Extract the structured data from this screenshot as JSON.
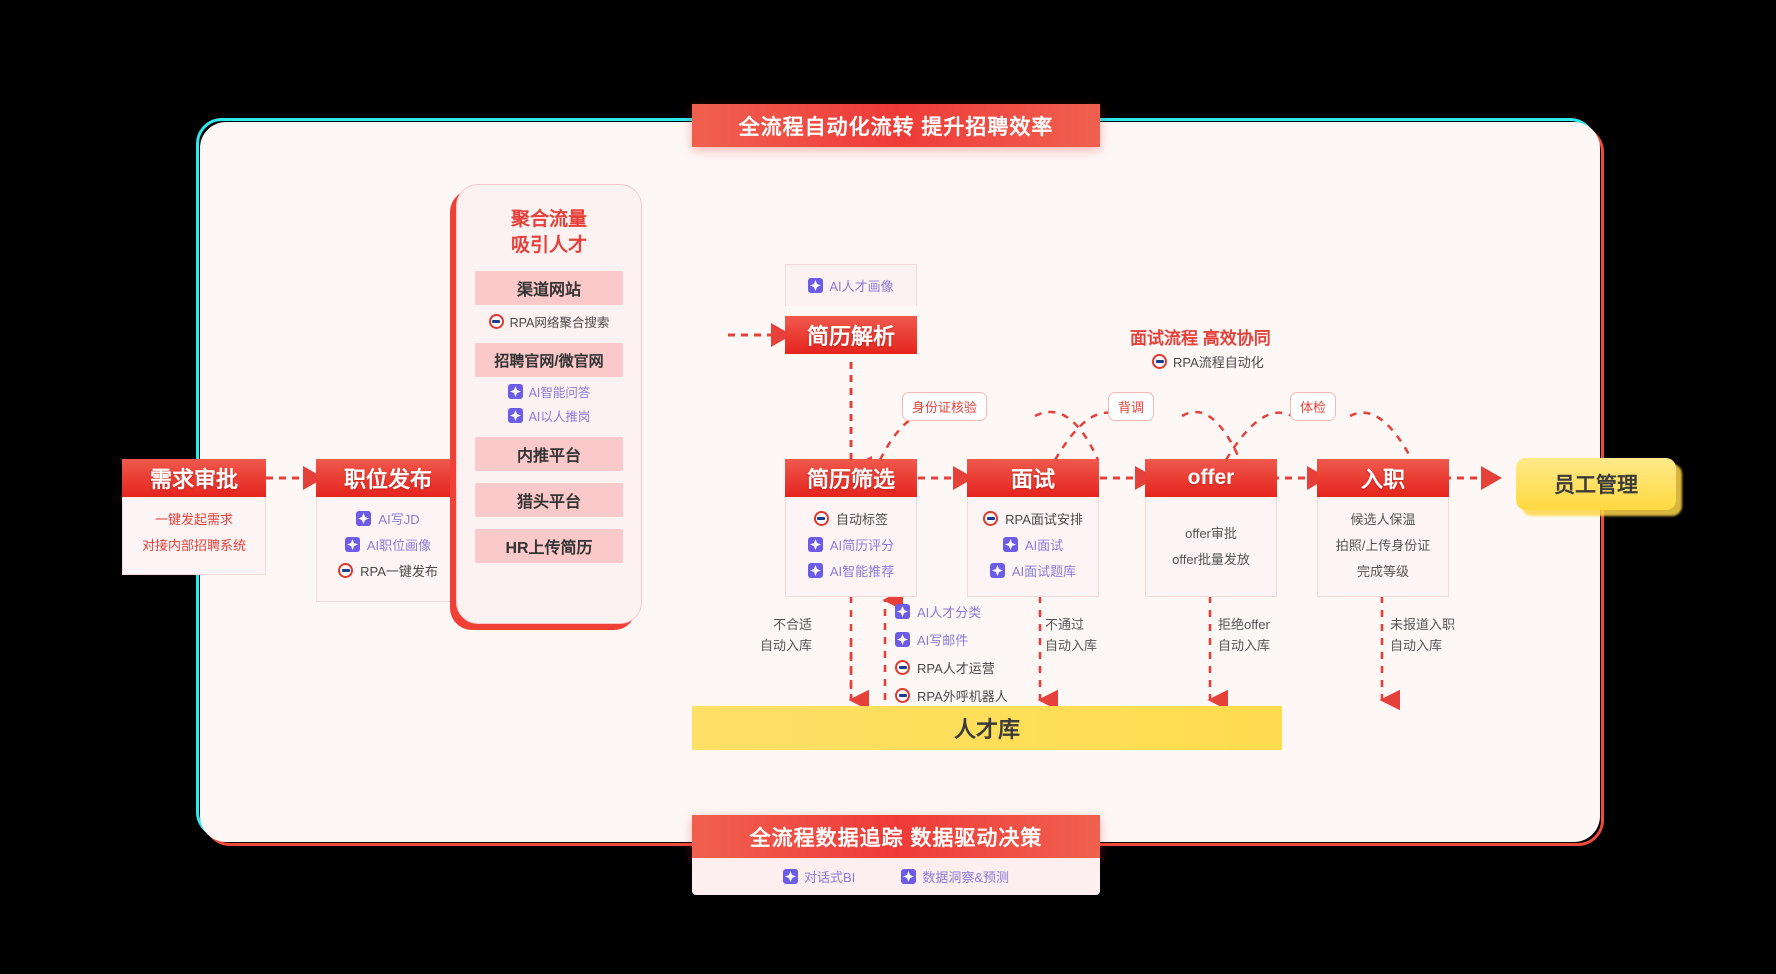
{
  "banners": {
    "top": "全流程自动化流转 提升招聘效率",
    "bottom": "全流程数据追踪  数据驱动决策",
    "sub_items": [
      {
        "icon": "ai-icon",
        "label": "对话式BI"
      },
      {
        "icon": "ai-icon",
        "label": "数据洞察&预测"
      }
    ]
  },
  "colors": {
    "primary_red": "#e5241e",
    "light_red": "#f0594c",
    "pink_bg": "#fdf5f5",
    "ai_purple": "#8b7bd8",
    "yellow": "#ffd93f",
    "cyan": "#2fe9ee"
  },
  "stages": {
    "demand": {
      "title": "需求审批",
      "lines": [
        {
          "type": "plain",
          "label": "一键发起需求"
        },
        {
          "type": "plain",
          "label": "对接内部招聘系统"
        }
      ]
    },
    "publish": {
      "title": "职位发布",
      "lines": [
        {
          "type": "ai",
          "icon": "ai-icon",
          "label": "AI写JD"
        },
        {
          "type": "ai",
          "icon": "ai-icon",
          "label": "AI职位画像"
        },
        {
          "type": "rpa",
          "icon": "rpa-icon",
          "label": "RPA一键发布"
        }
      ]
    },
    "parse": {
      "title": "简历解析",
      "chip": {
        "icon": "ai-icon",
        "label": "AI人才画像"
      }
    },
    "screen": {
      "title": "简历筛选",
      "lines": [
        {
          "type": "rpa",
          "icon": "rpa-icon",
          "label": "自动标签"
        },
        {
          "type": "ai",
          "icon": "ai-icon",
          "label": "AI简历评分"
        },
        {
          "type": "ai",
          "icon": "ai-icon",
          "label": "AI智能推荐"
        }
      ]
    },
    "interview": {
      "title": "面试",
      "lines": [
        {
          "type": "rpa",
          "icon": "rpa-icon",
          "label": "RPA面试安排"
        },
        {
          "type": "ai",
          "icon": "ai-icon",
          "label": "AI面试"
        },
        {
          "type": "ai",
          "icon": "ai-icon",
          "label": "AI面试题库"
        }
      ]
    },
    "offer": {
      "title": "offer",
      "lines": [
        {
          "type": "grey",
          "label": "offer审批"
        },
        {
          "type": "grey",
          "label": "offer批量发放"
        }
      ]
    },
    "onboard": {
      "title": "入职",
      "lines": [
        {
          "type": "grey",
          "label": "候选人保温"
        },
        {
          "type": "grey",
          "label": "拍照/上传身份证"
        },
        {
          "type": "grey",
          "label": "完成等级"
        }
      ]
    },
    "employee": {
      "title": "员工管理"
    }
  },
  "aggregation": {
    "title_line1": "聚合流量",
    "title_line2": "吸引人才",
    "items": [
      {
        "label": "渠道网站",
        "notes": [
          {
            "type": "rpa",
            "icon": "rpa-icon",
            "label": "RPA网络聚合搜索"
          }
        ]
      },
      {
        "label": "招聘官网/微官网",
        "notes": [
          {
            "type": "ai",
            "icon": "ai-icon",
            "label": "AI智能问答"
          },
          {
            "type": "ai",
            "icon": "ai-icon",
            "label": "AI以人推岗"
          }
        ]
      },
      {
        "label": "内推平台",
        "notes": []
      },
      {
        "label": "猎头平台",
        "notes": []
      },
      {
        "label": "HR上传简历",
        "notes": []
      }
    ]
  },
  "interview_flow": {
    "title": "面试流程  高效协同",
    "note": {
      "icon": "rpa-icon",
      "label": "RPA流程自动化"
    },
    "arc_labels": [
      "身份证核验",
      "背调",
      "体检"
    ]
  },
  "outcomes": [
    {
      "line1": "不合适",
      "line2": "自动入库"
    },
    {
      "line1": "不通过",
      "line2": "自动入库"
    },
    {
      "line1": "拒绝offer",
      "line2": "自动入库"
    },
    {
      "line1": "未报道入职",
      "line2": "自动入库"
    }
  ],
  "pool_features": [
    {
      "type": "ai",
      "icon": "ai-icon",
      "label": "AI人才分类"
    },
    {
      "type": "ai",
      "icon": "ai-icon",
      "label": "AI写邮件"
    },
    {
      "type": "rpa",
      "icon": "rpa-icon",
      "label": "RPA人才运营"
    },
    {
      "type": "rpa",
      "icon": "rpa-icon",
      "label": "RPA外呼机器人"
    }
  ],
  "talent_pool": {
    "title": "人才库"
  }
}
